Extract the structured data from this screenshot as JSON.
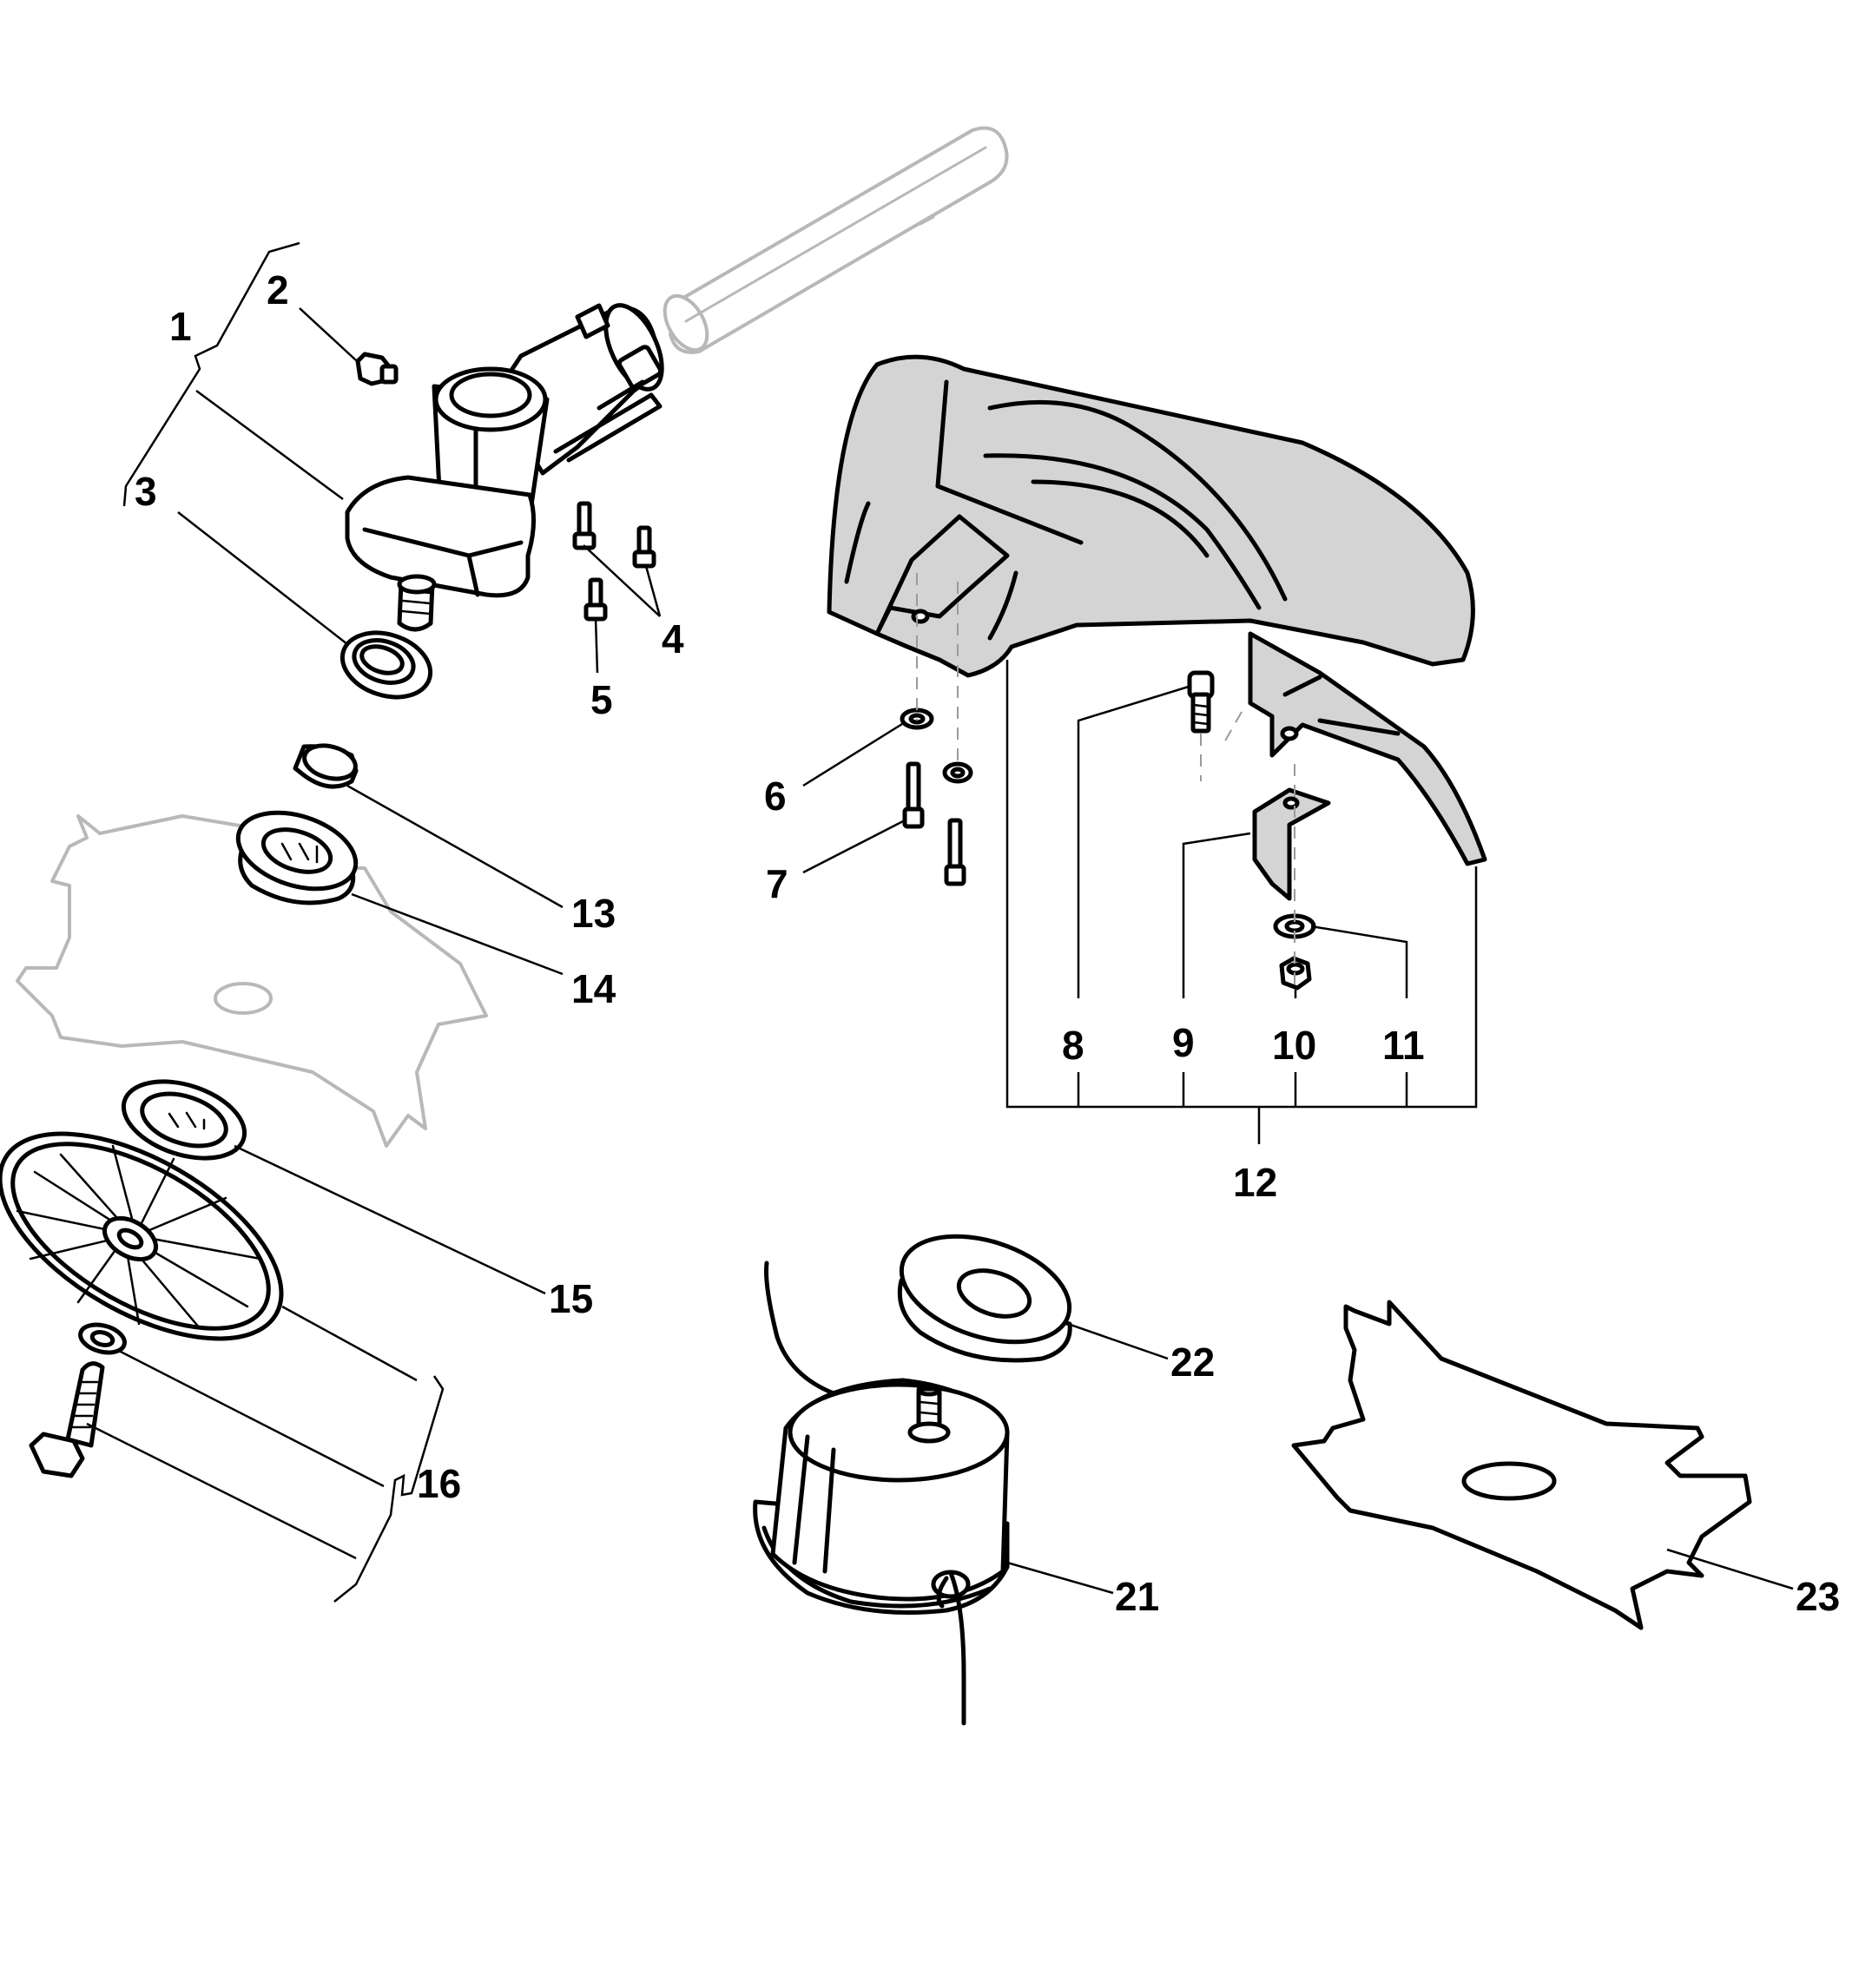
{
  "callouts": {
    "c1": "1",
    "c2": "2",
    "c3": "3",
    "c4": "4",
    "c5": "5",
    "c6": "6",
    "c7": "7",
    "c8": "8",
    "c9": "9",
    "c10": "10",
    "c11": "11",
    "c12": "12",
    "c13": "13",
    "c14": "14",
    "c15": "15",
    "c16": "16",
    "c21": "21",
    "c22": "22",
    "c23": "23"
  },
  "colors": {
    "ink": "#000000",
    "ghost": "#b8b8b8",
    "guard_fill": "#d4d4d4"
  }
}
